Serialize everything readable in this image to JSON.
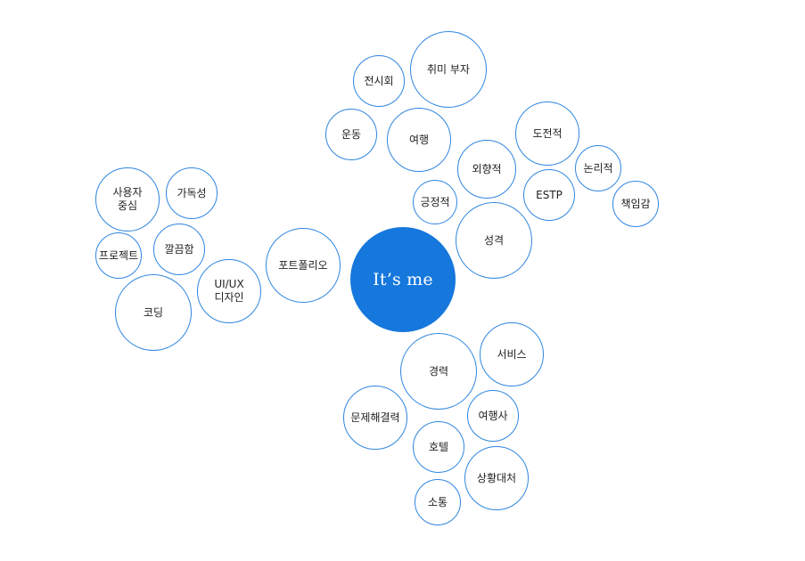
{
  "colors": {
    "accent": "#1677dc",
    "bubble_border": "#2f86e0",
    "background": "#ffffff",
    "text": "#222222"
  },
  "bubbles": [
    {
      "id": "its-me",
      "label": "It’s me",
      "kind": "center"
    },
    {
      "id": "portfolio",
      "label": "포트폴리오"
    },
    {
      "id": "ui-ux-design",
      "label": "UI/UX\n디자인"
    },
    {
      "id": "coding",
      "label": "코딩"
    },
    {
      "id": "neatness",
      "label": "깔끔함"
    },
    {
      "id": "project",
      "label": "프로젝트"
    },
    {
      "id": "user-centered",
      "label": "사용자\n중심"
    },
    {
      "id": "readability",
      "label": "가독성"
    },
    {
      "id": "personality",
      "label": "성격"
    },
    {
      "id": "positive",
      "label": "긍정적"
    },
    {
      "id": "extroverted",
      "label": "외향적"
    },
    {
      "id": "estp",
      "label": "ESTP"
    },
    {
      "id": "challenging",
      "label": "도전적"
    },
    {
      "id": "logical",
      "label": "논리적"
    },
    {
      "id": "responsibility",
      "label": "책임감"
    },
    {
      "id": "travel",
      "label": "여행"
    },
    {
      "id": "exercise",
      "label": "운동"
    },
    {
      "id": "exhibition",
      "label": "전시회"
    },
    {
      "id": "hobby-rich",
      "label": "취미 부자"
    },
    {
      "id": "career",
      "label": "경력"
    },
    {
      "id": "service",
      "label": "서비스"
    },
    {
      "id": "problem-solving",
      "label": "문제해결력"
    },
    {
      "id": "travel-agency",
      "label": "여행사"
    },
    {
      "id": "hotel",
      "label": "호텔"
    },
    {
      "id": "situation-handling",
      "label": "상황대처"
    },
    {
      "id": "communication",
      "label": "소통"
    }
  ]
}
